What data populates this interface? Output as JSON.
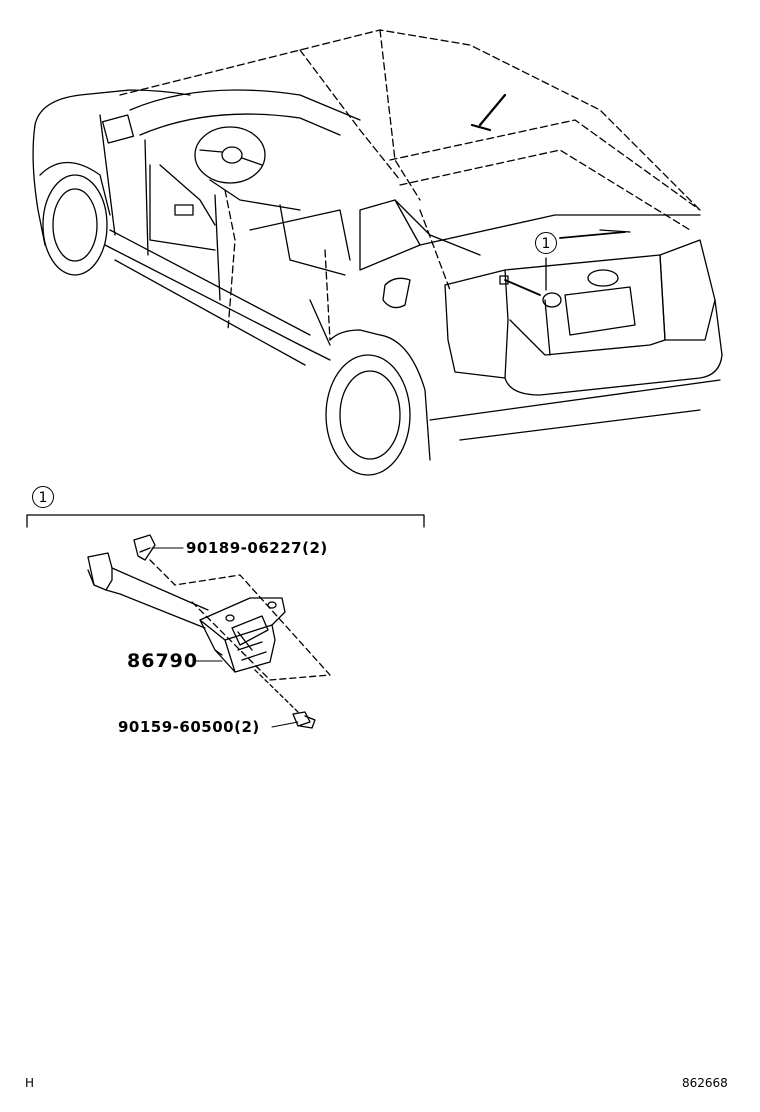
{
  "callout": {
    "number": "1"
  },
  "parts": [
    {
      "number": "90189-06227",
      "qty": "(2)"
    },
    {
      "number": "86790",
      "qty": ""
    },
    {
      "number": "90159-60500",
      "qty": "(2)"
    }
  ],
  "footer": {
    "left": "H",
    "right": "862668"
  },
  "colors": {
    "ink": "#000000",
    "paper": "#ffffff"
  }
}
